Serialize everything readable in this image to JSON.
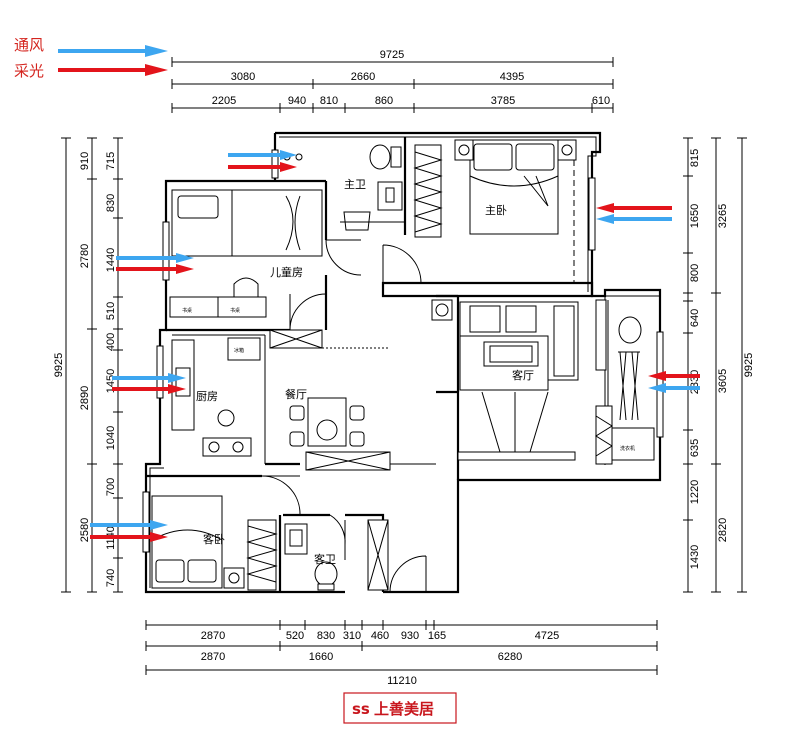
{
  "legend": {
    "ventilation_label": "通风",
    "lighting_label": "采光",
    "ventilation_color": "#3da6f0",
    "lighting_color": "#e3141b"
  },
  "rooms": {
    "master_bath": "主卫",
    "master_bedroom": "主卧",
    "kids_room": "儿童房",
    "living_room": "客厅",
    "kitchen": "厨房",
    "dining": "餐厅",
    "guest_bedroom": "客卧",
    "guest_bath": "客卫"
  },
  "furniture_labels": {
    "desk_left": "书桌",
    "desk_right": "书桌",
    "fridge": "冰箱",
    "washer": "洗衣机"
  },
  "dims": {
    "top_total": "9725",
    "top_row2": [
      "3080",
      "2660",
      "4395"
    ],
    "top_row3": [
      "2205",
      "940",
      "810",
      "860",
      "3785",
      "610"
    ],
    "bottom_row1": [
      "2870",
      "520",
      "830",
      "310",
      "460",
      "930",
      "165",
      "4725"
    ],
    "bottom_row2": [
      "2870",
      "1660",
      "6280"
    ],
    "bottom_total": "11210",
    "left_inner": [
      "910",
      "715",
      "830",
      "1440",
      "510",
      "400",
      "1450",
      "1040",
      "700",
      "1140",
      "740"
    ],
    "left_outer": [
      "2780",
      "2890",
      "2580"
    ],
    "left_total": "9925",
    "right_inner": [
      "815",
      "1650",
      "800",
      "640",
      "2330",
      "635",
      "1220",
      "1430"
    ],
    "right_mid": [
      "3265",
      "3605",
      "2820"
    ],
    "right_total": "9925"
  },
  "logo": {
    "mark": "ss",
    "text": "上善美居"
  }
}
